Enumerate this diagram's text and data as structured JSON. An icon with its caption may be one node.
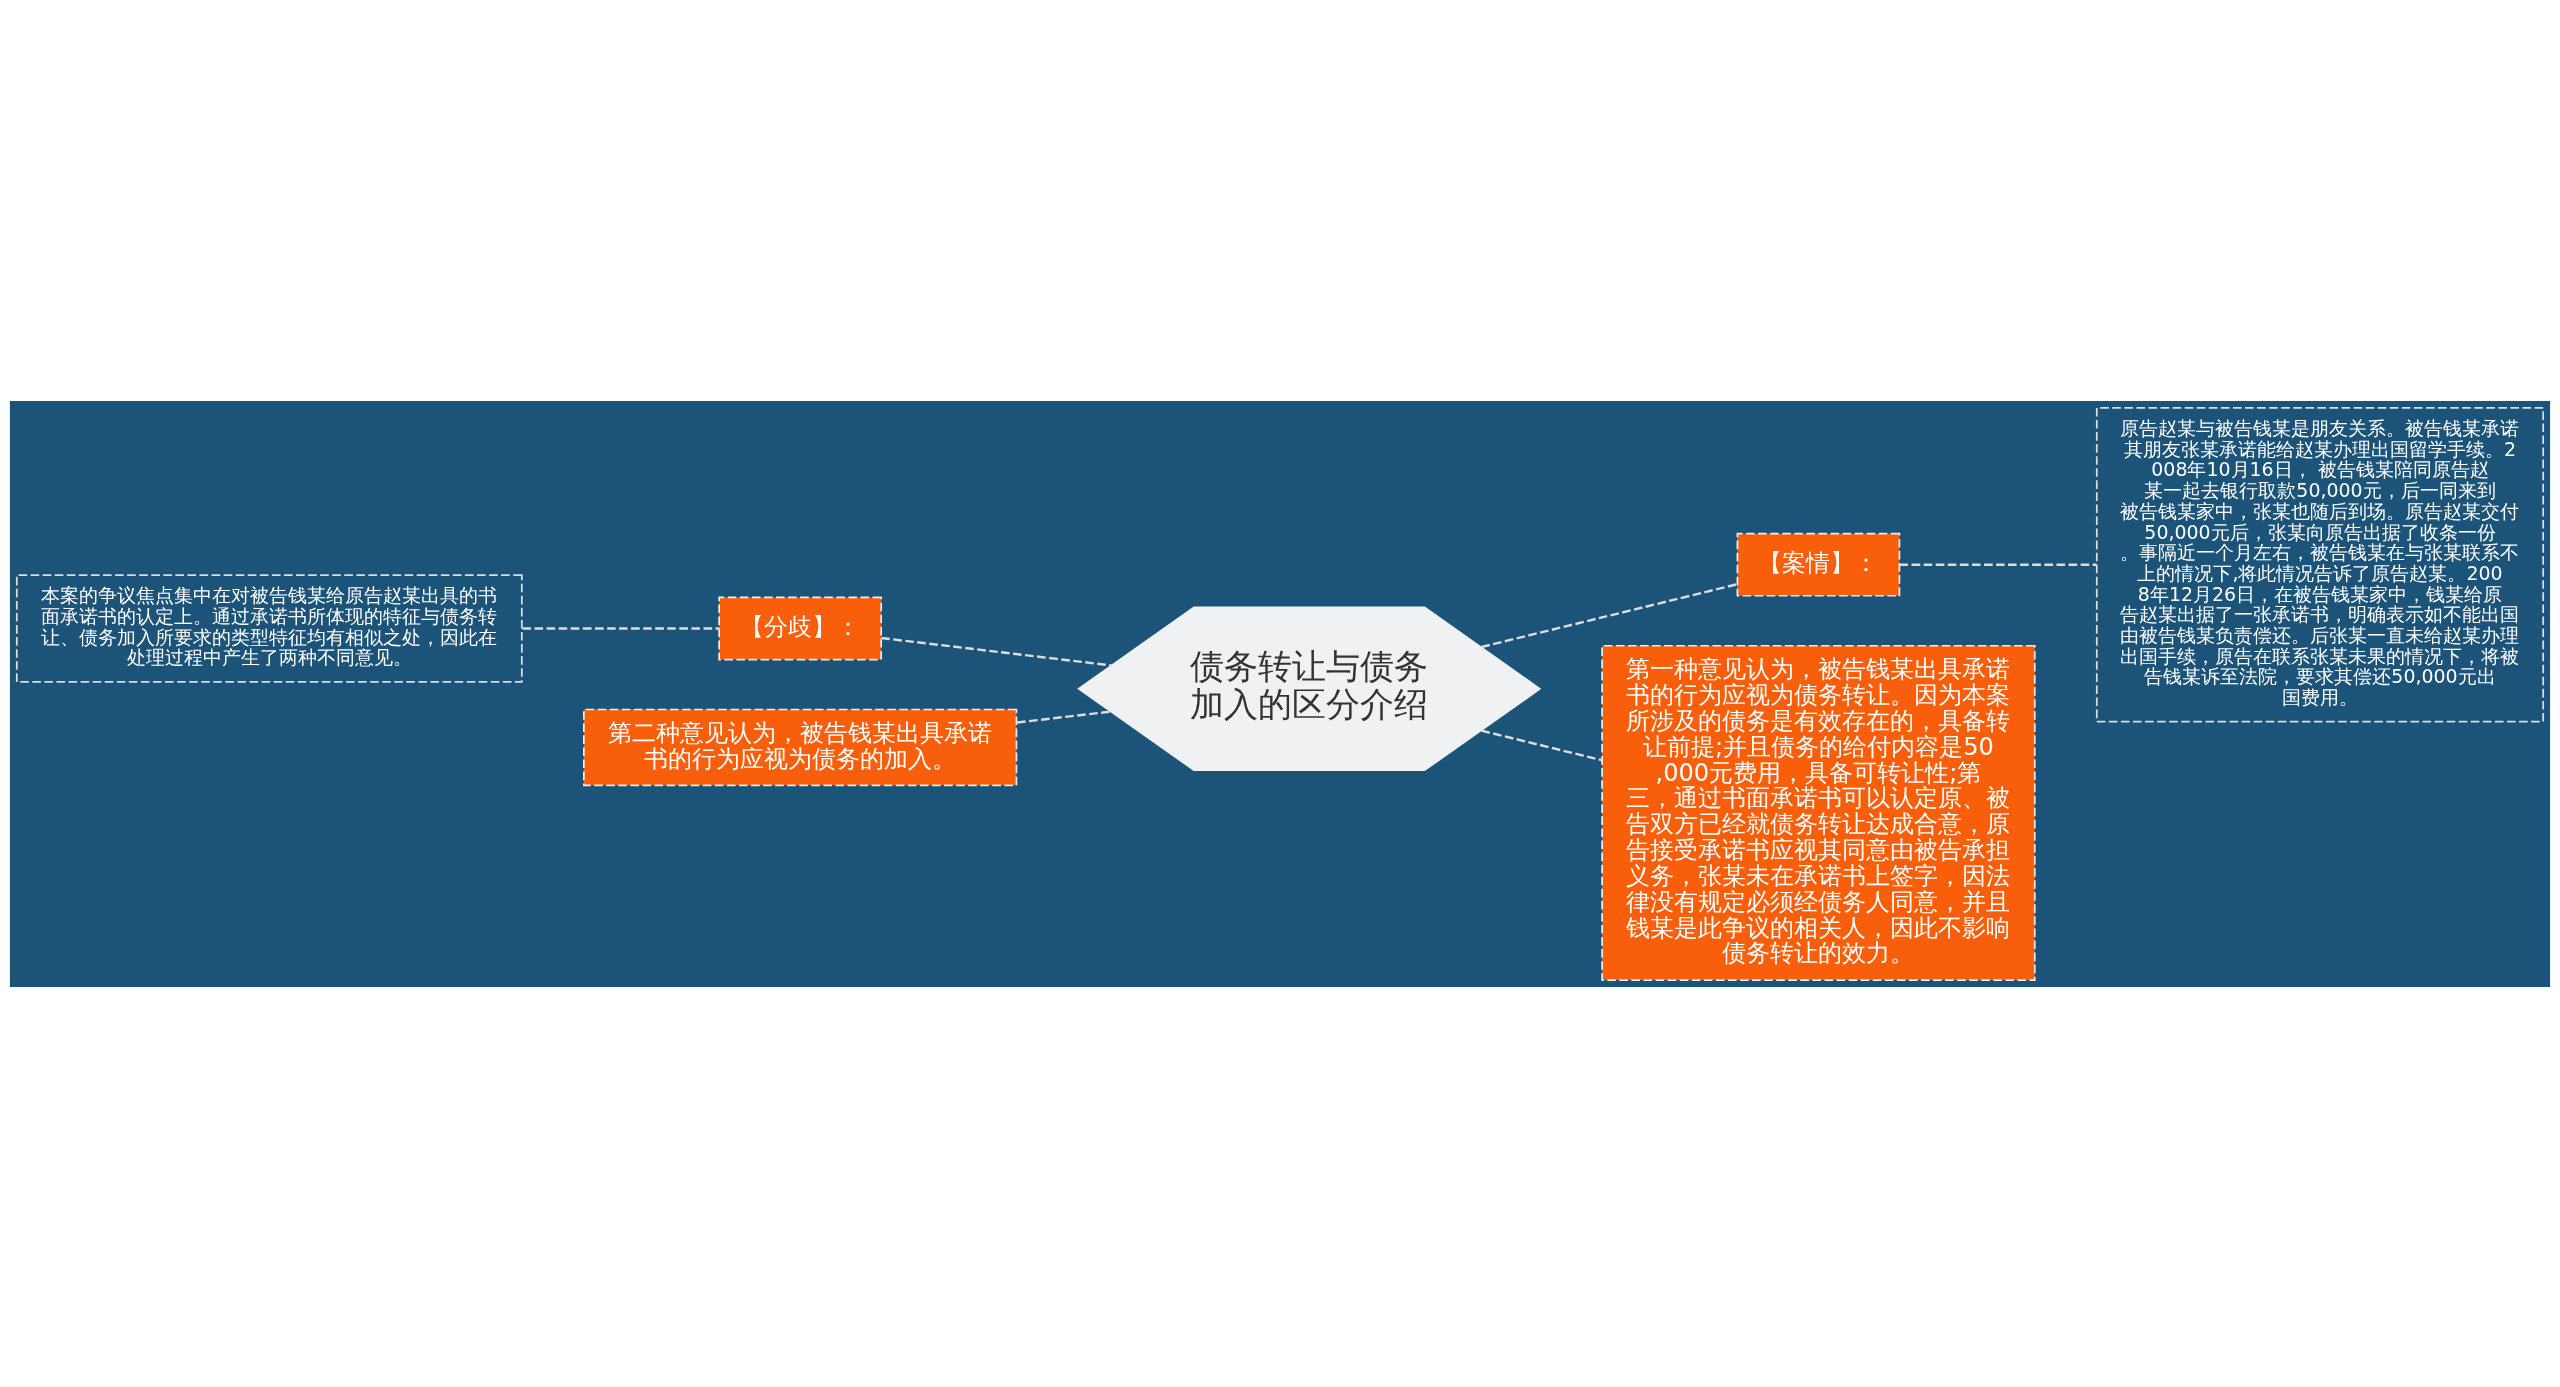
{
  "diagram": {
    "nodes": [
      {
        "text": [
          "债务转让与债务加入的区分介绍"
        ]
      },
      {
        "text": [
          "【分歧】："
        ]
      },
      {
        "text": [
          "本案的争议焦点集中在对被告钱某给原告赵某出具的书面承诺书的认定上。通过承诺书所体现的特征与债务转让、债务加入所要求的类型特征均有相似之处，因此在处理过程中产生了两种不同意见。"
        ]
      },
      {
        "text": [
          "第二种意见认为，被告钱某出具承诺书的行为应视为债务的加入。"
        ]
      },
      {
        "text": [
          "【案情】："
        ]
      },
      {
        "text": [
          "原告赵某与被告钱某是朋友关系。被告钱某承诺其朋友张某承诺能给赵某办理出国留学手续。2008年10月16日， 被告钱某陪同原告赵某一起去银行取款50,000元，后一同来到被告钱某家中，张某也随后到场。原告赵某交付50,000元后，张某向原告出据了收条一份。事隔近一个月左右，被告钱某在与张某联系不上的情况下,将此情况告诉了原告赵某。2008年12月26日，在被告钱某家中，钱某给原告赵某出据了一张承诺书，明确表示如不能出国由被告钱某负责偿还。后张某一直未给赵某办理出国手续，原告在联系张某未果的情况下，将被告钱某诉至法院，要求其偿还50,000元出国费用。"
        ]
      },
      {
        "text": [
          "第一种意见认为，被告钱某出具承诺书的行为应视为债务转让。因为本案所涉及的债务是有效存在的，具备转让前提;并且债务的给付内容是50,000元费用，具备可转让性;第三，通过书面承诺书可以认定原、被告双方已经就债务转让达成合意，原告接受承诺书应视其同意由被告承担义务，张某未在承诺书上签字，因法律没有规定必须经债务人同意，并且钱某是此争议的相关人，因此不影响债务转让的效力。"
        ]
      }
    ],
    "edges": [
      {
        "from": 0,
        "to": 1,
        "arrow": "none"
      },
      {
        "from": 1,
        "to": 2,
        "arrow": "none"
      },
      {
        "from": 0,
        "to": 3,
        "arrow": "none"
      },
      {
        "from": 0,
        "to": 4,
        "arrow": "none"
      },
      {
        "from": 4,
        "to": 5,
        "arrow": "none"
      },
      {
        "from": 0,
        "to": 6,
        "arrow": "none"
      }
    ]
  }
}
